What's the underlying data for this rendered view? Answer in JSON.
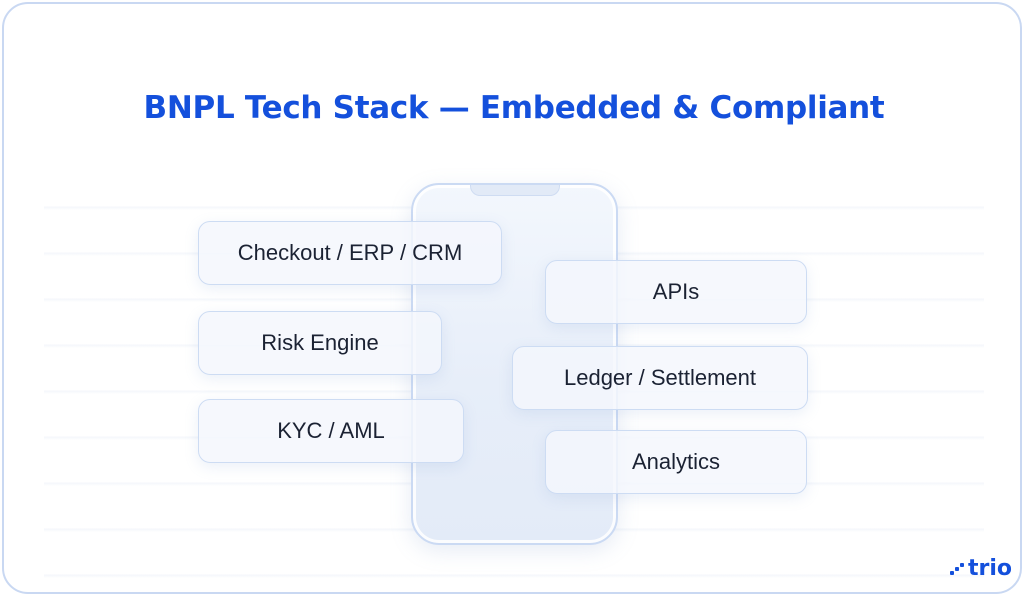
{
  "title": "BNPL Tech Stack — Embedded & Compliant",
  "left_items": [
    {
      "label": "Checkout / ERP / CRM"
    },
    {
      "label": "Risk Engine"
    },
    {
      "label": "KYC / AML"
    }
  ],
  "right_items": [
    {
      "label": "APIs"
    },
    {
      "label": "Ledger / Settlement"
    },
    {
      "label": "Analytics"
    }
  ],
  "logo": {
    "text": "trio",
    "icon": "trio-dots-icon"
  },
  "colors": {
    "accent": "#1450dc",
    "text": "#1b2233",
    "border": "#cddcf3"
  }
}
